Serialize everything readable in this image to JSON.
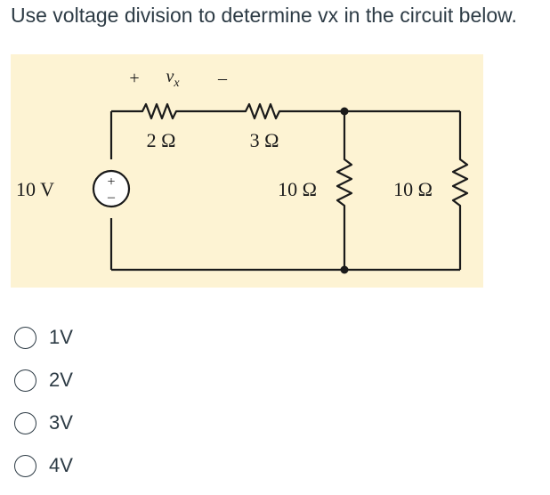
{
  "question": "Use voltage division to determine vx in the circuit below.",
  "circuit": {
    "background_color": "#fdf3d3",
    "source_label": "10 V",
    "source_plus": "+",
    "source_minus": "–",
    "vx_plus": "+",
    "vx_label": "v",
    "vx_sub": "x",
    "vx_minus": "–",
    "r1_label": "2 Ω",
    "r2_label": "3 Ω",
    "r3_label": "10 Ω",
    "r4_label": "10 Ω"
  },
  "options": [
    {
      "label": "1V"
    },
    {
      "label": "2V"
    },
    {
      "label": "3V"
    },
    {
      "label": "4V"
    }
  ]
}
